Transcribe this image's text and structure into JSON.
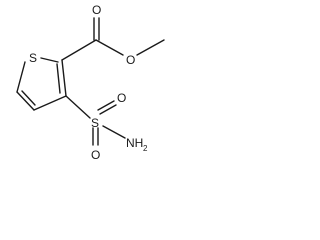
{
  "molecule": {
    "atoms": {
      "ring_sulfur": "S",
      "ester_carbonyl_oxygen": "O",
      "ester_ether_oxygen": "O",
      "sulfonyl_oxygen_top": "O",
      "sulfonyl_oxygen_bottom": "O",
      "sulfonyl_sulfur": "S",
      "amide_nitrogen": "NH",
      "amide_subscript": "2"
    }
  },
  "colors": {
    "bond": "#1a1a1a",
    "label": "#1a1a1a",
    "background": "#ffffff"
  }
}
